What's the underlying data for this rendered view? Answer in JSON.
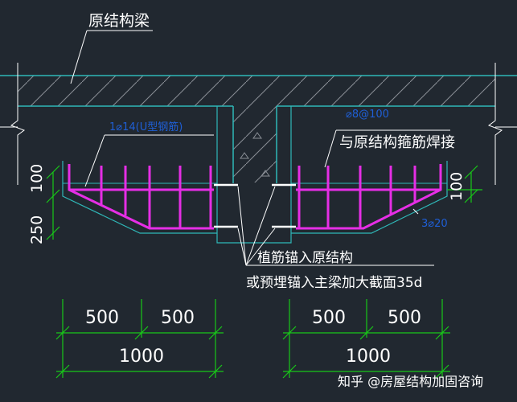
{
  "labels": {
    "original_beam": "原结构梁",
    "stirrup_note": "与原结构箍筋焊接",
    "anchor_note_1": "植筋锚入原结构",
    "anchor_note_2": "或预埋锚入主梁加大截面35d",
    "left_bar_tag": "1⌀14(U型钢筋)",
    "right_stirrup_tag": "⌀8@100",
    "right_bar_tag": "3⌀20"
  },
  "dimensions": {
    "left_upper": "100",
    "left_lower": "250",
    "right_upper": "100",
    "bottom_left_a": "500",
    "bottom_left_b": "500",
    "bottom_left_total": "1000",
    "bottom_right_a": "500",
    "bottom_right_b": "500",
    "bottom_right_total": "1000"
  },
  "watermark": "知乎 @房屋结构加固咨询",
  "colors": {
    "background": "#212830",
    "concrete_outline": "#2fb8b8",
    "rebar": "#e62ee6",
    "dimension_line": "#18c818",
    "leader": "#ffffff",
    "tag_text": "#1f5fd6"
  }
}
